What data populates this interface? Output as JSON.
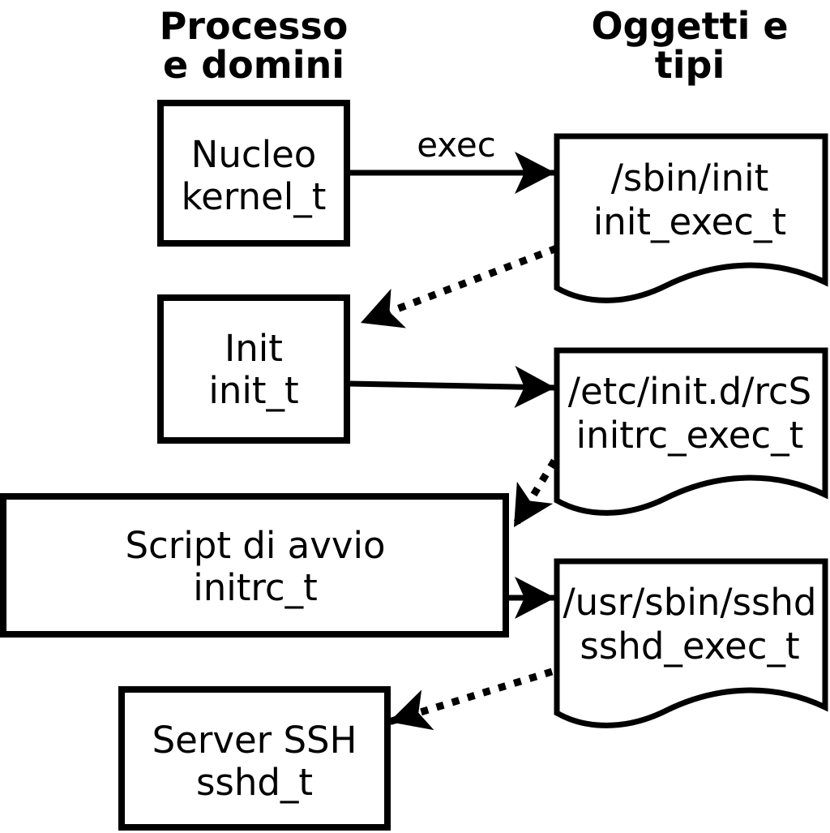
{
  "colors": {
    "foreground": "#000000",
    "background": "#ffffff"
  },
  "headers": {
    "left": {
      "line1": "Processo",
      "line2": "e domini"
    },
    "right": {
      "line1": "Oggetti e",
      "line2": "tipi"
    }
  },
  "processes": [
    {
      "name": "Nucleo",
      "type": "kernel_t"
    },
    {
      "name": "Init",
      "type": "init_t"
    },
    {
      "name": "Script di avvio",
      "type": "initrc_t"
    },
    {
      "name": "Server SSH",
      "type": "sshd_t"
    }
  ],
  "objects": [
    {
      "path": "/sbin/init",
      "type": "init_exec_t"
    },
    {
      "path": "/etc/init.d/rcS",
      "type": "initrc_exec_t"
    },
    {
      "path": "/usr/sbin/sshd",
      "type": "sshd_exec_t"
    }
  ],
  "arrows": {
    "exec_label": "exec"
  }
}
